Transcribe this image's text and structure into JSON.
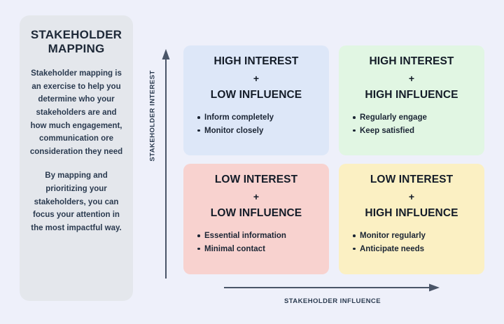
{
  "background_color": "#eef0fa",
  "sidebar": {
    "title": "STAKEHOLDER MAPPING",
    "background_color": "#e4e7ec",
    "paragraphs": [
      "Stakeholder mapping is an exercise to help you determine who your stakeholders are and how much engagement, communication ore consideration they need",
      "By mapping and prioritizing your stakeholders, you can focus your attention in the most impactful way."
    ]
  },
  "axes": {
    "y_label": "STAKEHOLDER INTEREST",
    "x_label": "STAKEHOLDER INFLUENCE",
    "color": "#4a5568"
  },
  "chart_data": {
    "type": "table",
    "title": "STAKEHOLDER MAPPING",
    "xlabel": "STAKEHOLDER INFLUENCE",
    "ylabel": "STAKEHOLDER INTEREST",
    "quadrants": [
      {
        "id": "high-interest-low-influence",
        "line1": "HIGH INTEREST",
        "plus": "+",
        "line2": "LOW INFLUENCE",
        "bullets": [
          "Inform completely",
          "Monitor closely"
        ],
        "color": "#dde7f8",
        "position": "top-left"
      },
      {
        "id": "high-interest-high-influence",
        "line1": "HIGH INTEREST",
        "plus": "+",
        "line2": "HIGH INFLUENCE",
        "bullets": [
          "Regularly engage",
          "Keep satisfied"
        ],
        "color": "#e1f6e3",
        "position": "top-right"
      },
      {
        "id": "low-interest-low-influence",
        "line1": "LOW INTEREST",
        "plus": "+",
        "line2": "LOW INFLUENCE",
        "bullets": [
          "Essential information",
          "Minimal contact"
        ],
        "color": "#f8d2cf",
        "position": "bottom-left"
      },
      {
        "id": "low-interest-high-influence",
        "line1": "LOW INTEREST",
        "plus": "+",
        "line2": "HIGH INFLUENCE",
        "bullets": [
          "Monitor regularly",
          "Anticipate needs"
        ],
        "color": "#fbf0c3",
        "position": "bottom-right"
      }
    ]
  }
}
